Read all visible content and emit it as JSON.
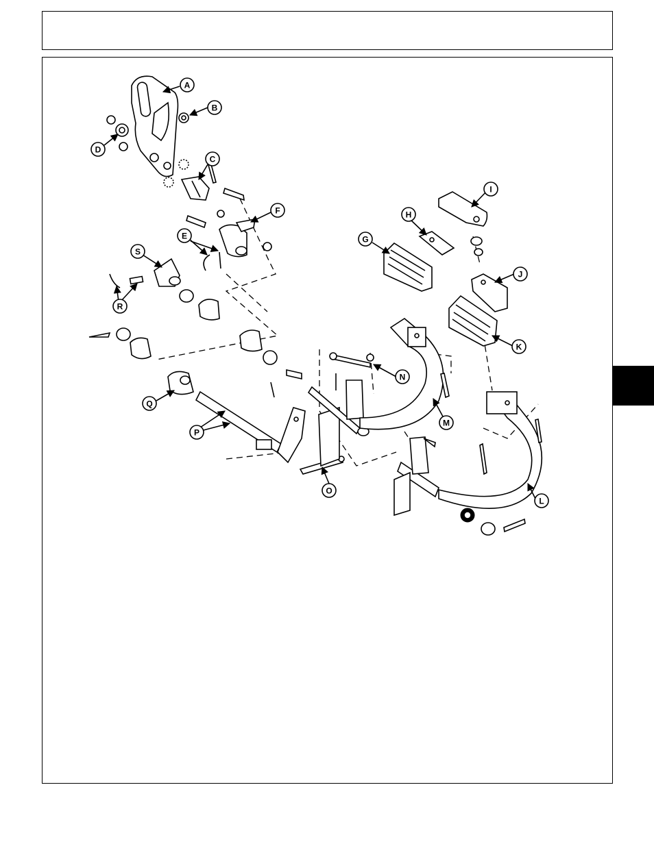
{
  "callouts": [
    {
      "letter": "A"
    },
    {
      "letter": "B"
    },
    {
      "letter": "C"
    },
    {
      "letter": "D"
    },
    {
      "letter": "E"
    },
    {
      "letter": "F"
    },
    {
      "letter": "G"
    },
    {
      "letter": "H"
    },
    {
      "letter": "I"
    },
    {
      "letter": "J"
    },
    {
      "letter": "K"
    },
    {
      "letter": "L"
    },
    {
      "letter": "M"
    },
    {
      "letter": "N"
    },
    {
      "letter": "O"
    },
    {
      "letter": "P"
    },
    {
      "letter": "Q"
    },
    {
      "letter": "R"
    },
    {
      "letter": "S"
    }
  ],
  "colors": {
    "line": "#000000",
    "background": "#ffffff",
    "tab": "#000000"
  }
}
